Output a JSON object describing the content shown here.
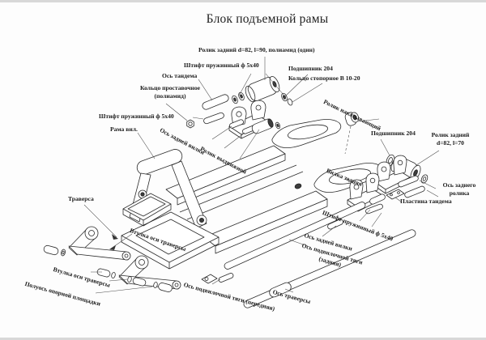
{
  "title": "Блок подъемной рамы",
  "diagram_subject": "Exploded view of a hand pallet truck lifting frame assembly",
  "labels": {
    "roller_rear_l90": "Ролик задний d=82, l=90, полиамид (один)",
    "pin_spring_top": "Штифт пружинный ф 5х40",
    "tandem_axle": "Ось тандема",
    "bearing_204_top": "Подшипник 204",
    "ring_retaining": "Кольцо стопорное В 10-20",
    "ring_spacer": "Кольцо проставочное\n(полиамид)",
    "pin_spring_left": "Штифт пружинный ф 5х40",
    "fork_frame": "Рама вил.",
    "rear_fork_axle_top": "Ось задней вилки",
    "roller_sliding": "Ролик выдвижной",
    "roller_rolling_on": "Ролик накатывающий",
    "bearing_204_right": "Подшипник 204",
    "roller_rear_l70": "Ролик задний\nd=82, l=70",
    "fork_rear": "Вилка задняя",
    "rear_roller_axle": "Ось заднего\nролика",
    "tandem_plate": "Пластина тандема",
    "pin_spring_right": "Штифт пружинный ф 5х40",
    "rear_fork_axle_bottom": "Ось задней вилки",
    "underfork_rod_axle_rear": "Ось подвилочной тяги\n(задняя)",
    "underfork_rod_axle_front": "Ось подвилочной тяги (передняя)",
    "traverse_axle": "Ось траверсы",
    "traverse": "Траверса",
    "traverse_axle_bushing_upper": "Втулка оси траверсы",
    "traverse_axle_bushing_lower": "Втулка оси траверсы",
    "support_platform_half_axle": "Полуось опорной площадки"
  }
}
